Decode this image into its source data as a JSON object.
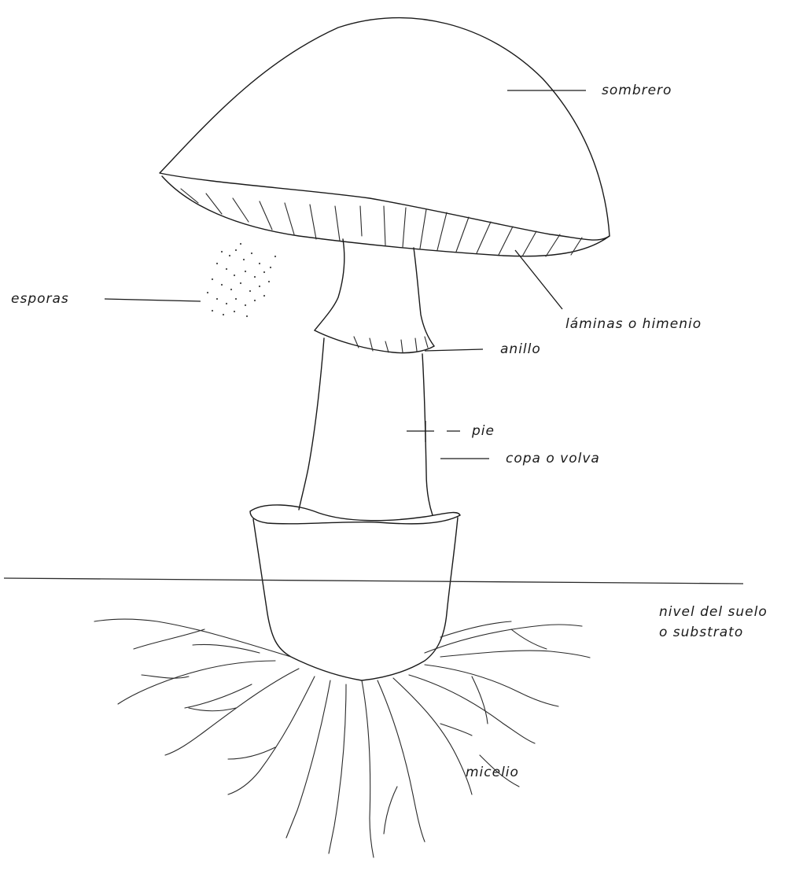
{
  "labels": {
    "sombrero": "sombrero",
    "esporas": "esporas",
    "laminas": "láminas o himenio",
    "anillo": "anillo",
    "pie": "pie",
    "copa": "copa o volva",
    "suelo_1": "nivel del suelo",
    "suelo_2": "o substrato",
    "micelio": "micelio"
  },
  "colors": {
    "ink": "#1a1a1a",
    "background": "#ffffff"
  }
}
